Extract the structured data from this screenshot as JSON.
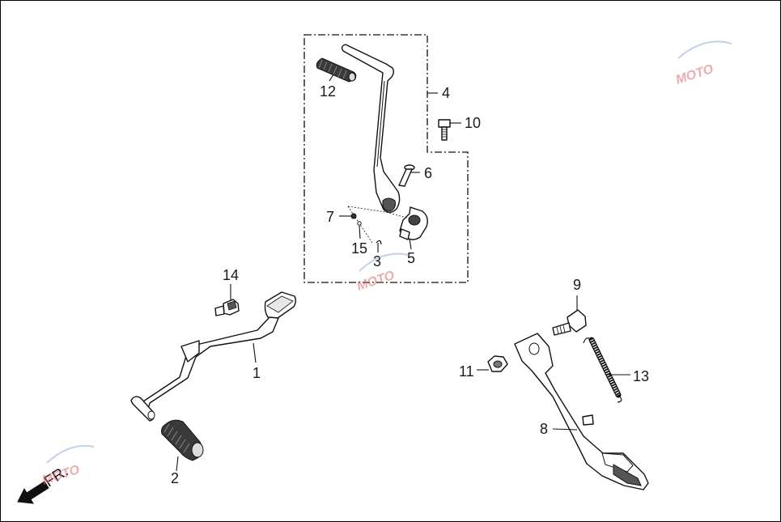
{
  "diagram": {
    "parts": [
      {
        "number": "1"
      },
      {
        "number": "2"
      },
      {
        "number": "3"
      },
      {
        "number": "4"
      },
      {
        "number": "5"
      },
      {
        "number": "6"
      },
      {
        "number": "7"
      },
      {
        "number": "8"
      },
      {
        "number": "9"
      },
      {
        "number": "10"
      },
      {
        "number": "11"
      },
      {
        "number": "12"
      },
      {
        "number": "13"
      },
      {
        "number": "14"
      },
      {
        "number": "15"
      }
    ],
    "direction_label": "FR.",
    "watermark": "MOTO",
    "colors": {
      "line": "#111111",
      "background": "#ffffff",
      "watermark": "#e06a6a"
    }
  }
}
